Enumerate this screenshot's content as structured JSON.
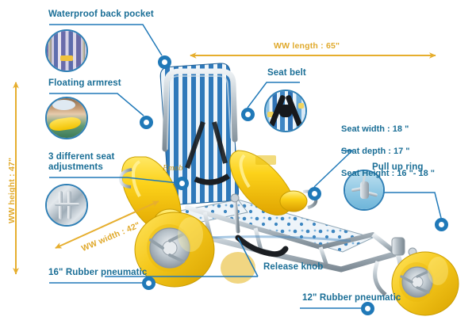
{
  "page": {
    "title": "Beach Wheelchair Feature Diagram",
    "background": "#ffffff",
    "accent_blue": "#1a6e96",
    "ring_blue": "#2079b8",
    "dimension_gold": "#e0a92b"
  },
  "callouts": [
    {
      "id": "waterproof-back-pocket",
      "label": "Waterproof back pocket",
      "thumbnail": "striped-seat-back-pocket-photo"
    },
    {
      "id": "floating-armrest",
      "label": "Floating armrest",
      "thumbnail": "yellow-float-armrest-photo"
    },
    {
      "id": "seat-adjustments",
      "label": "3 different seat\nadjustments",
      "thumbnail": "metal-frame-adjustment-photo"
    },
    {
      "id": "seat-belt",
      "label": "Seat belt",
      "thumbnail": "black-x-harness-photo"
    },
    {
      "id": "pull-up-ring",
      "label": "Pull up ring",
      "thumbnail": "metal-clamp-ring-photo"
    },
    {
      "id": "release-knob",
      "label": "Release knob",
      "thumbnail": null
    },
    {
      "id": "rear-tyre",
      "label": "16\" Rubber pneumatic",
      "thumbnail": null
    },
    {
      "id": "front-tyre",
      "label": "12\" Rubber pneumatic",
      "thumbnail": null
    }
  ],
  "specs": {
    "seat_width": "Seat width : 18 \"",
    "seat_depth": "Seat depth : 17 \"",
    "seat_height": "Seat Height : 16 \"- 18 \""
  },
  "dimensions": {
    "length": "WW length : 65\"",
    "width": "WW width : 42\"",
    "height": "WW height : 47\""
  },
  "product": {
    "name": "beach-wheelchair",
    "seat_back_color": "#2f72b5",
    "armrest_color": "#f2c200",
    "tyre_color": "#f2c51f",
    "frame_color": "#b8c2ca"
  }
}
